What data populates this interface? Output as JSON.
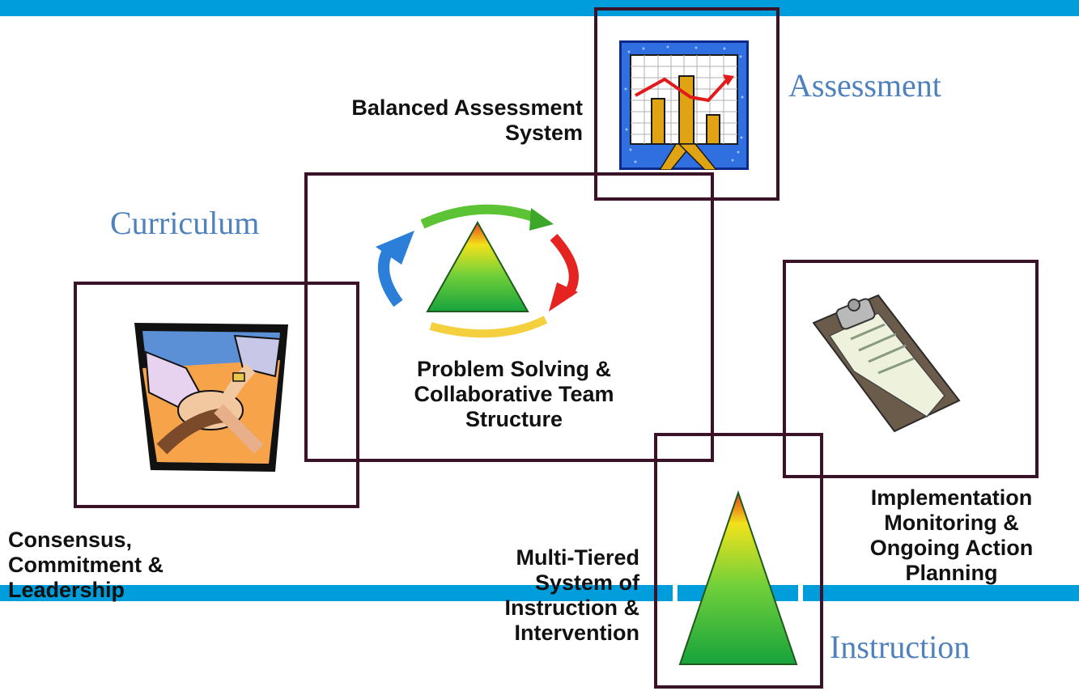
{
  "labels": {
    "balanced_assessment": [
      "Balanced Assessment",
      "System"
    ],
    "problem_solving": [
      "Problem Solving &",
      "Collaborative Team",
      "Structure"
    ],
    "consensus": [
      "Consensus,",
      "Commitment &",
      "Leadership"
    ],
    "multi_tiered": [
      "Multi-Tiered",
      "System of",
      "Instruction &",
      "Intervention"
    ],
    "implementation": [
      "Implementation",
      "Monitoring &",
      "Ongoing Action",
      "Planning"
    ]
  },
  "domains": {
    "assessment": "Assessment",
    "curriculum": "Curriculum",
    "instruction": "Instruction"
  },
  "colors": {
    "banner": "#009ddc",
    "frame": "#3a1328",
    "domain_text": "#4f81bd"
  },
  "icons": {
    "assessment": "bar-chart-icon",
    "problem_solving": "cycle-triangle-icon",
    "consensus": "joined-hands-icon",
    "implementation": "clipboard-icon",
    "instruction": "tiered-triangle-icon"
  }
}
